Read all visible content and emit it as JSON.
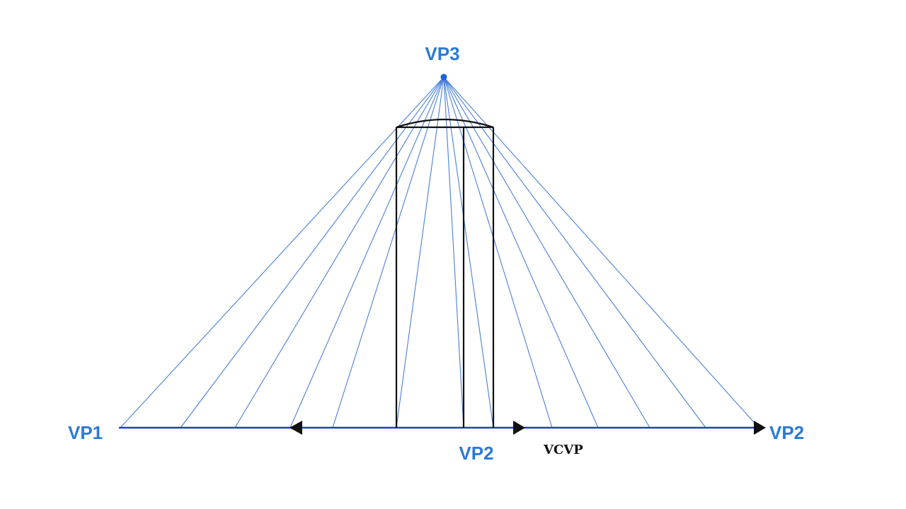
{
  "diagram": {
    "labels": {
      "vp1": "VP1",
      "vp2_right": "VP2",
      "vp3": "VP3",
      "vp2_center": "VP2",
      "annotation": "VCVP"
    },
    "colors": {
      "ray": "#4a7fd6",
      "horizon": "#1f3fc9",
      "label": "#2b7ad6",
      "outline": "#111111",
      "arrow": "#111111",
      "vp_point": "#1f5fd6"
    }
  }
}
